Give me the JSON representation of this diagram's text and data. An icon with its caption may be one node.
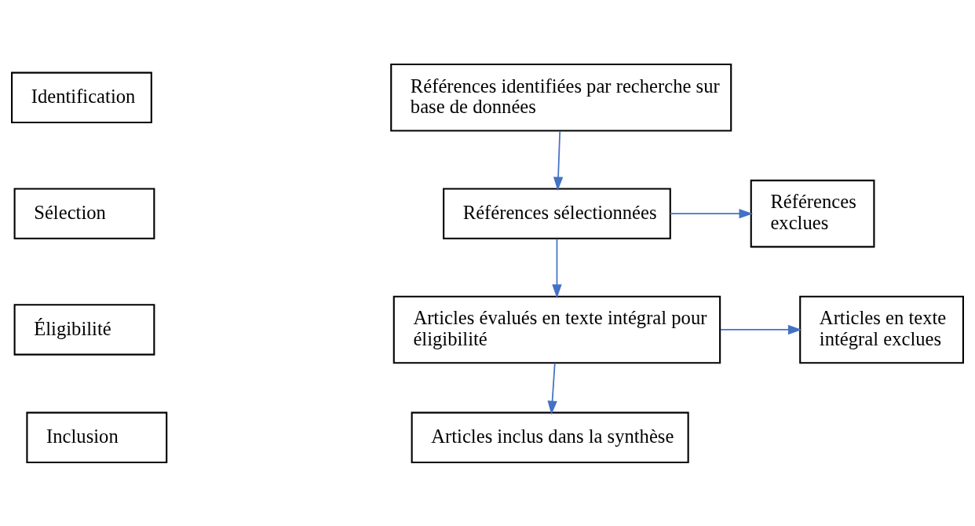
{
  "diagram": {
    "nodes": [
      {
        "text": [
          "Identification"
        ]
      },
      {
        "text": [
          "Sélection"
        ]
      },
      {
        "text": [
          "Éligibilité"
        ]
      },
      {
        "text": [
          "Inclusion"
        ]
      },
      {
        "text": [
          "Références identifiées par recherche sur base de données"
        ]
      },
      {
        "text": [
          "Références sélectionnées"
        ]
      },
      {
        "text": [
          "Références exclues"
        ]
      },
      {
        "text": [
          "Articles évalués en texte intégral pour éligibilité"
        ]
      },
      {
        "text": [
          "Articles en texte intégral exclues"
        ]
      },
      {
        "text": [
          "Articles inclus dans la synthèse"
        ]
      }
    ],
    "edges": [
      {
        "from": 4,
        "to": 5,
        "arrow": "to"
      },
      {
        "from": 5,
        "to": 6,
        "arrow": "to"
      },
      {
        "from": 5,
        "to": 7,
        "arrow": "to"
      },
      {
        "from": 7,
        "to": 8,
        "arrow": "to"
      },
      {
        "from": 7,
        "to": 9,
        "arrow": "to"
      }
    ]
  }
}
